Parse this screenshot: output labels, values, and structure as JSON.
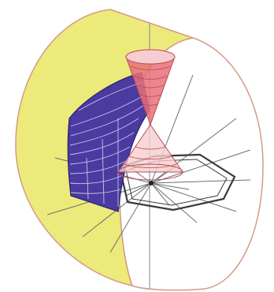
{
  "figure": {
    "colors": {
      "background": "#ffffff",
      "cylinder_yellow": "#ecea7a",
      "cylinder_outline": "#d49a86",
      "blue_band": "#4b3aa0",
      "blue_band_lines": "#c9c3ee",
      "cone_red": "#e8707a",
      "cone_light": "#f6cdd0",
      "hexagon": "#3a3a3a",
      "rays": "#6e6e6e",
      "axis": "#7a8a9a"
    },
    "shapes": [
      "cylinder-surface",
      "end-disk",
      "blue-band",
      "light-cone-upper",
      "light-cone-lower",
      "hexagon-orbit",
      "radial-rays",
      "vertical-axis"
    ]
  }
}
